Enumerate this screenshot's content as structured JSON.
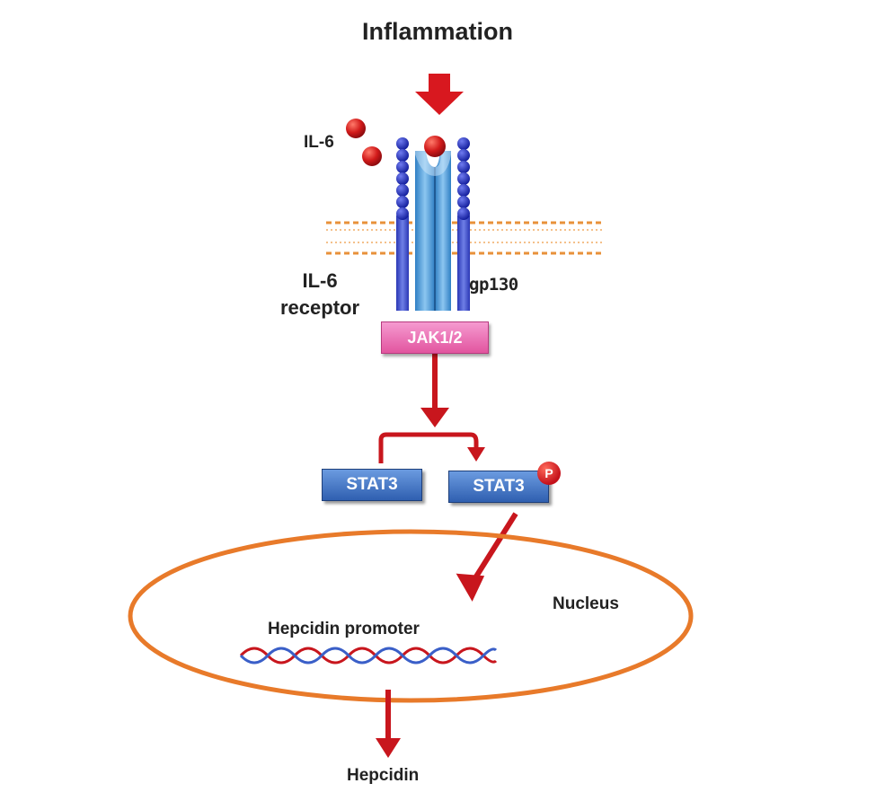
{
  "title": "Inflammation",
  "ligand_label": "IL-6",
  "receptor_label_line1": "IL-6",
  "receptor_label_line2": "receptor",
  "coreceptor_label": "gp130",
  "kinase_label": "JAK1/2",
  "stat_unphosphorylated": "STAT3",
  "stat_phosphorylated": "STAT3",
  "phospho_badge": "P",
  "compartment_label": "Nucleus",
  "promoter_label": "Hepcidin promoter",
  "product_label": "Hepcidin",
  "colors": {
    "arrow": "#c8161d",
    "membrane": "#e8913a",
    "nucleus_outline": "#e87a2a",
    "receptor": "#3b8fd0",
    "gp130": "#3d4fd0",
    "beads": "#1e2cc0",
    "jak": "#e86aa8",
    "stat": "#3a6cc2",
    "il6_ball": "#d11a1a",
    "dna_strand_1": "#c8161d",
    "dna_strand_2": "#3a5fc8"
  }
}
